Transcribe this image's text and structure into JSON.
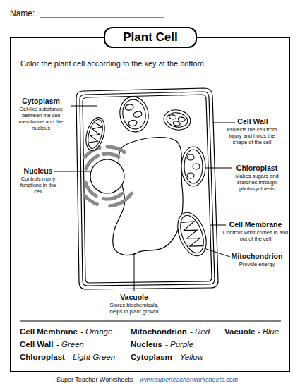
{
  "diagram": {
    "title": "Plant Cell",
    "nodes": [
      {
        "text": [
          "Color the plant cell according to the key at the bottom."
        ]
      }
    ],
    "labels": [
      "Name:",
      "Cytoplasm",
      "Gel-like substance between the cell membrane and the nucleus",
      "Cell Wall",
      "Protects the cell from injury and holds the shape of the cell",
      "Chloroplast",
      "Makes sugars and starches through photosynthesis",
      "Nucleus",
      "Controls many functions in the cell",
      "Cell Membrane",
      "Controls what comes in and out of the cell",
      "Mitochondrion",
      "Provide energy",
      "Vacuole",
      "Stores biochemicals, helps in plant growth",
      "Cell Membrane",
      "- Orange",
      "Mitochondrion",
      "- Red",
      "Vacuole",
      "- Blue",
      "Cell Wall",
      "- Green",
      "Nucleus",
      "- Purple",
      "Chloroplast",
      "- Light Green",
      "Cytoplasm",
      "- Yellow",
      "Super Teacher Worksheets -",
      "www.superteacherworksheets.com"
    ]
  }
}
